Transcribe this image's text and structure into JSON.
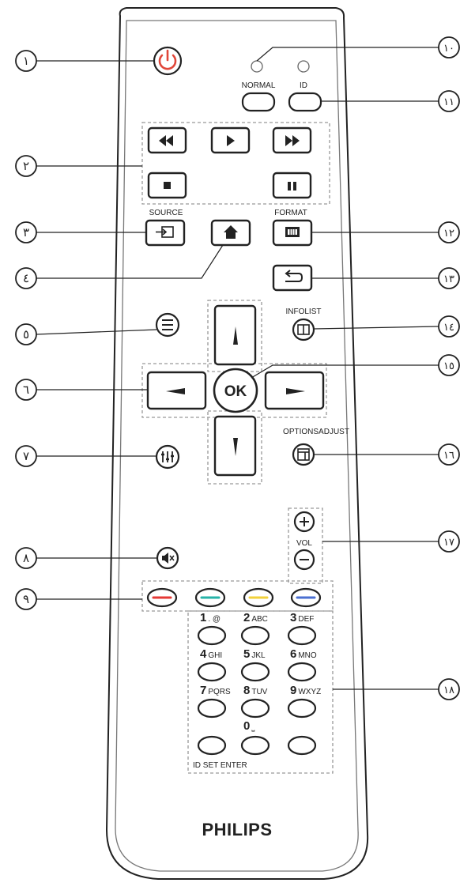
{
  "labels": {
    "normal": "NORMAL",
    "id": "ID",
    "source": "SOURCE",
    "format": "FORMAT",
    "infolist": "INFOLIST",
    "options_adjust": "OPTIONSADJUST",
    "vol": "VOL",
    "ok": "OK",
    "id_set_enter": "ID SET ENTER",
    "brand": "PHILIPS"
  },
  "callouts": [
    "١",
    "٢",
    "٣",
    "٤",
    "٥",
    "٦",
    "٧",
    "٨",
    "٩",
    "١٠",
    "١١",
    "١٢",
    "١٣",
    "١٤",
    "١٥",
    "١٦",
    "١٧",
    "١٨"
  ],
  "numpad": [
    {
      "digit": "1",
      "letters": ". @"
    },
    {
      "digit": "2",
      "letters": "ABC"
    },
    {
      "digit": "3",
      "letters": "DEF"
    },
    {
      "digit": "4",
      "letters": "GHI"
    },
    {
      "digit": "5",
      "letters": "JKL"
    },
    {
      "digit": "6",
      "letters": "MNO"
    },
    {
      "digit": "7",
      "letters": "PQRS"
    },
    {
      "digit": "8",
      "letters": "TUV"
    },
    {
      "digit": "9",
      "letters": "WXYZ"
    },
    {
      "digit": "0",
      "letters": "⎵"
    }
  ],
  "colors": {
    "power": "#e0473a",
    "red": "#e53935",
    "green": "#26b3a8",
    "yellow": "#f2d13b",
    "blue": "#4a6fd1",
    "outline": "#222222",
    "body": "#ffffff"
  },
  "icons": {
    "power": "power-icon",
    "rewind": "rewind-icon",
    "play": "play-icon",
    "fast_forward": "fast-forward-icon",
    "stop": "stop-icon",
    "pause": "pause-icon",
    "source": "input-source-icon",
    "home": "home-icon",
    "format": "aspect-format-icon",
    "back": "back-icon",
    "menu": "menu-icon",
    "infolist": "book-icon",
    "adjust": "sliders-icon",
    "options": "options-window-icon",
    "mute": "mute-icon",
    "up": "arrow-up-icon",
    "down": "arrow-down-icon",
    "left": "arrow-left-icon",
    "right": "arrow-right-icon"
  }
}
